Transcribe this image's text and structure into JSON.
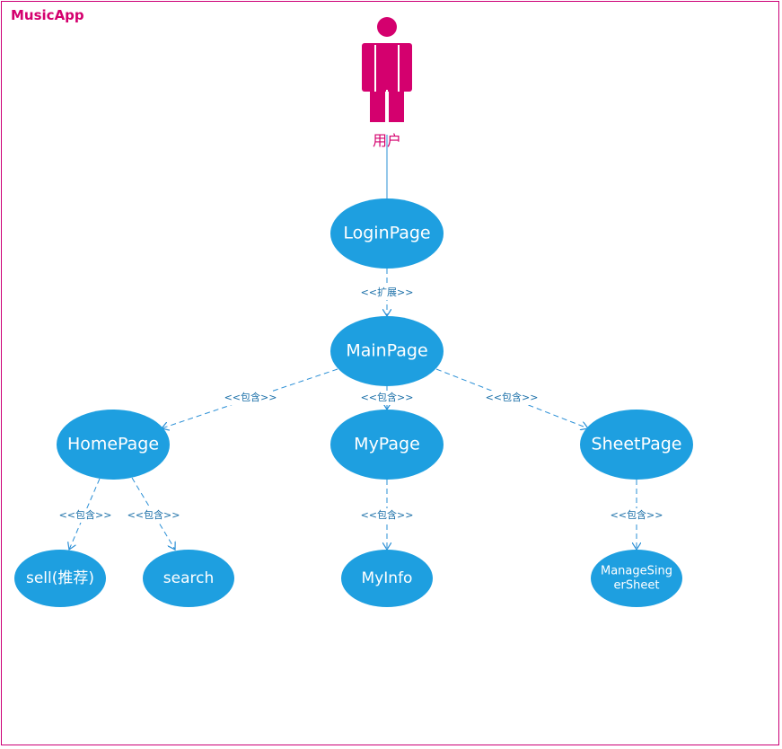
{
  "app": {
    "title": "MusicApp"
  },
  "colors": {
    "frame": "#cc0077",
    "actor": "#d4006e",
    "usecase_fill": "#1e9fe0",
    "relation": "#2a8fd6"
  },
  "actor": {
    "name": "用户",
    "icon": "person-icon"
  },
  "usecases": [
    {
      "id": "login",
      "label": "LoginPage"
    },
    {
      "id": "main",
      "label": "MainPage"
    },
    {
      "id": "home",
      "label": "HomePage"
    },
    {
      "id": "mypage",
      "label": "MyPage"
    },
    {
      "id": "sheet",
      "label": "SheetPage"
    },
    {
      "id": "sell",
      "label": "sell(推荐)"
    },
    {
      "id": "search",
      "label": "search"
    },
    {
      "id": "myinfo",
      "label": "MyInfo"
    },
    {
      "id": "manage",
      "label_lines": [
        "ManageSing",
        "erSheet"
      ]
    }
  ],
  "relations": [
    {
      "from": "login",
      "to": "main",
      "label": "<<扩展>>"
    },
    {
      "from": "main",
      "to": "home",
      "label": "<<包含>>"
    },
    {
      "from": "main",
      "to": "mypage",
      "label": "<<包含>>"
    },
    {
      "from": "main",
      "to": "sheet",
      "label": "<<包含>>"
    },
    {
      "from": "home",
      "to": "sell",
      "label": "<<包含>>"
    },
    {
      "from": "home",
      "to": "search",
      "label": "<<包含>>"
    },
    {
      "from": "mypage",
      "to": "myinfo",
      "label": "<<包含>>"
    },
    {
      "from": "sheet",
      "to": "manage",
      "label": "<<包含>>"
    }
  ]
}
